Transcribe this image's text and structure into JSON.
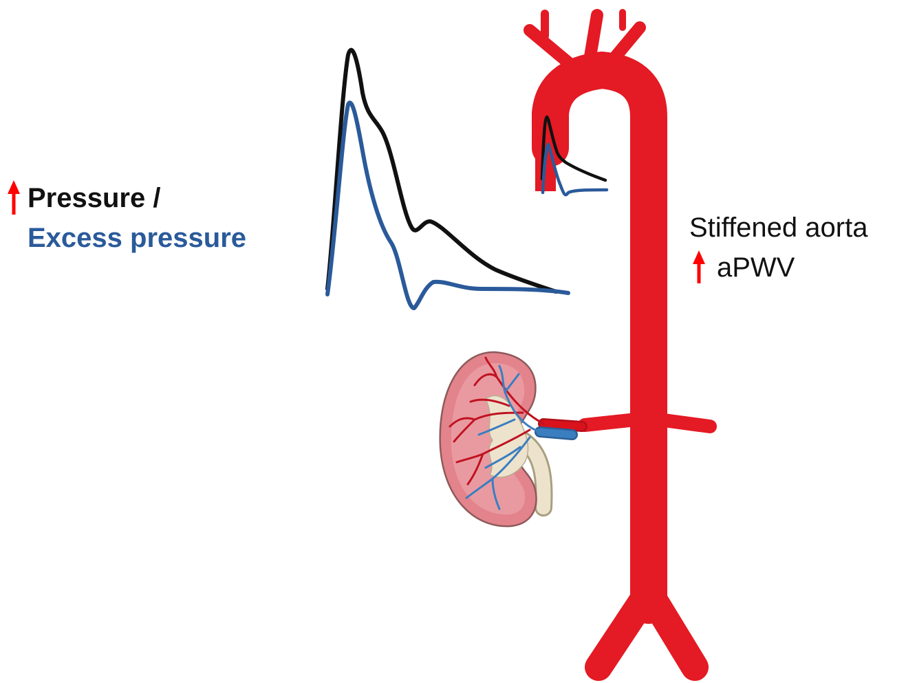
{
  "labels": {
    "pressure": "Pressure /",
    "excess_pressure": "Excess pressure",
    "stiffened_aorta": "Stiffened aorta",
    "apwv": "aPWV"
  },
  "colors": {
    "pressure_wave": "#111111",
    "excess_pressure_wave": "#2a5a9a",
    "increase_arrow": "#ff0000",
    "aorta": "#e41a24",
    "kidney": "#e3838c",
    "kidney_pelvis": "#ede3cd",
    "renal_artery": "#d9121c",
    "renal_vein": "#3a7ec0"
  },
  "icons": {
    "increase": "up-arrow-icon",
    "organ": "kidney-icon",
    "vessel": "aorta-icon"
  }
}
